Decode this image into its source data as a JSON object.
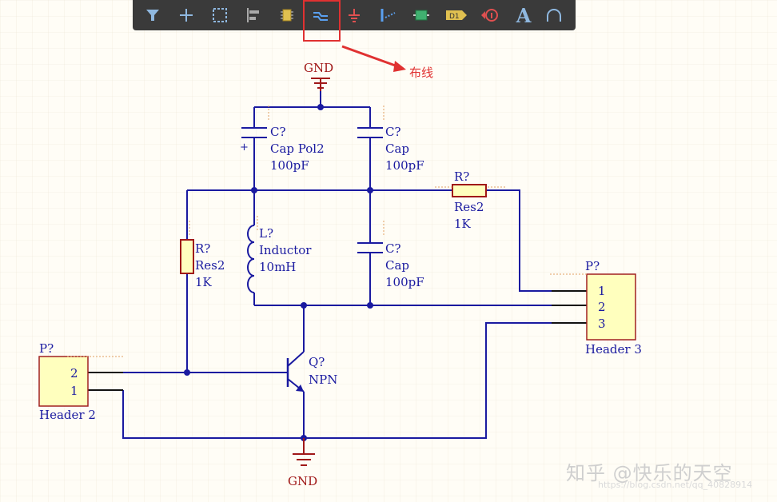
{
  "toolbar": {
    "items": [
      {
        "icon": "filter-icon"
      },
      {
        "icon": "cross-icon"
      },
      {
        "icon": "select-rect-icon"
      },
      {
        "icon": "align-icon"
      },
      {
        "icon": "component-icon"
      },
      {
        "icon": "wire-icon"
      },
      {
        "icon": "ground-icon"
      },
      {
        "icon": "bus-icon"
      },
      {
        "icon": "sheet-icon"
      },
      {
        "icon": "designator-icon"
      },
      {
        "icon": "directive-icon"
      },
      {
        "icon": "text-icon"
      },
      {
        "icon": "arc-icon"
      }
    ],
    "text_d1": "D1",
    "text_a": "A"
  },
  "annotation": {
    "label": "布线"
  },
  "components": {
    "gnd_top": "GND",
    "gnd_bottom": "GND",
    "c1": {
      "des": "C?",
      "type": "Cap Pol2",
      "value": "100pF",
      "plus": "+"
    },
    "c2": {
      "des": "C?",
      "type": "Cap",
      "value": "100pF"
    },
    "c3": {
      "des": "C?",
      "type": "Cap",
      "value": "100pF"
    },
    "r1": {
      "des": "R?",
      "type": "Res2",
      "value": "1K"
    },
    "r2": {
      "des": "R?",
      "type": "Res2",
      "value": "1K"
    },
    "l1": {
      "des": "L?",
      "type": "Inductor",
      "value": "10mH"
    },
    "q1": {
      "des": "Q?",
      "type": "NPN"
    },
    "p1": {
      "des": "P?",
      "name": "Header 2",
      "pins": [
        "2",
        "1"
      ]
    },
    "p2": {
      "des": "P?",
      "name": "Header 3",
      "pins": [
        "1",
        "2",
        "3"
      ]
    }
  },
  "watermark": {
    "main": "知乎 @快乐的天空",
    "url": "https://blog.csdn.net/qq_40828914"
  },
  "colors": {
    "wire": "#1a1aa0",
    "part": "#a01818",
    "text": "#1a1aa0",
    "header_fill": "#ffffbe",
    "header_stroke": "#a02020",
    "toolbar_bg": "#3a3a3a",
    "highlight": "#e03131"
  }
}
